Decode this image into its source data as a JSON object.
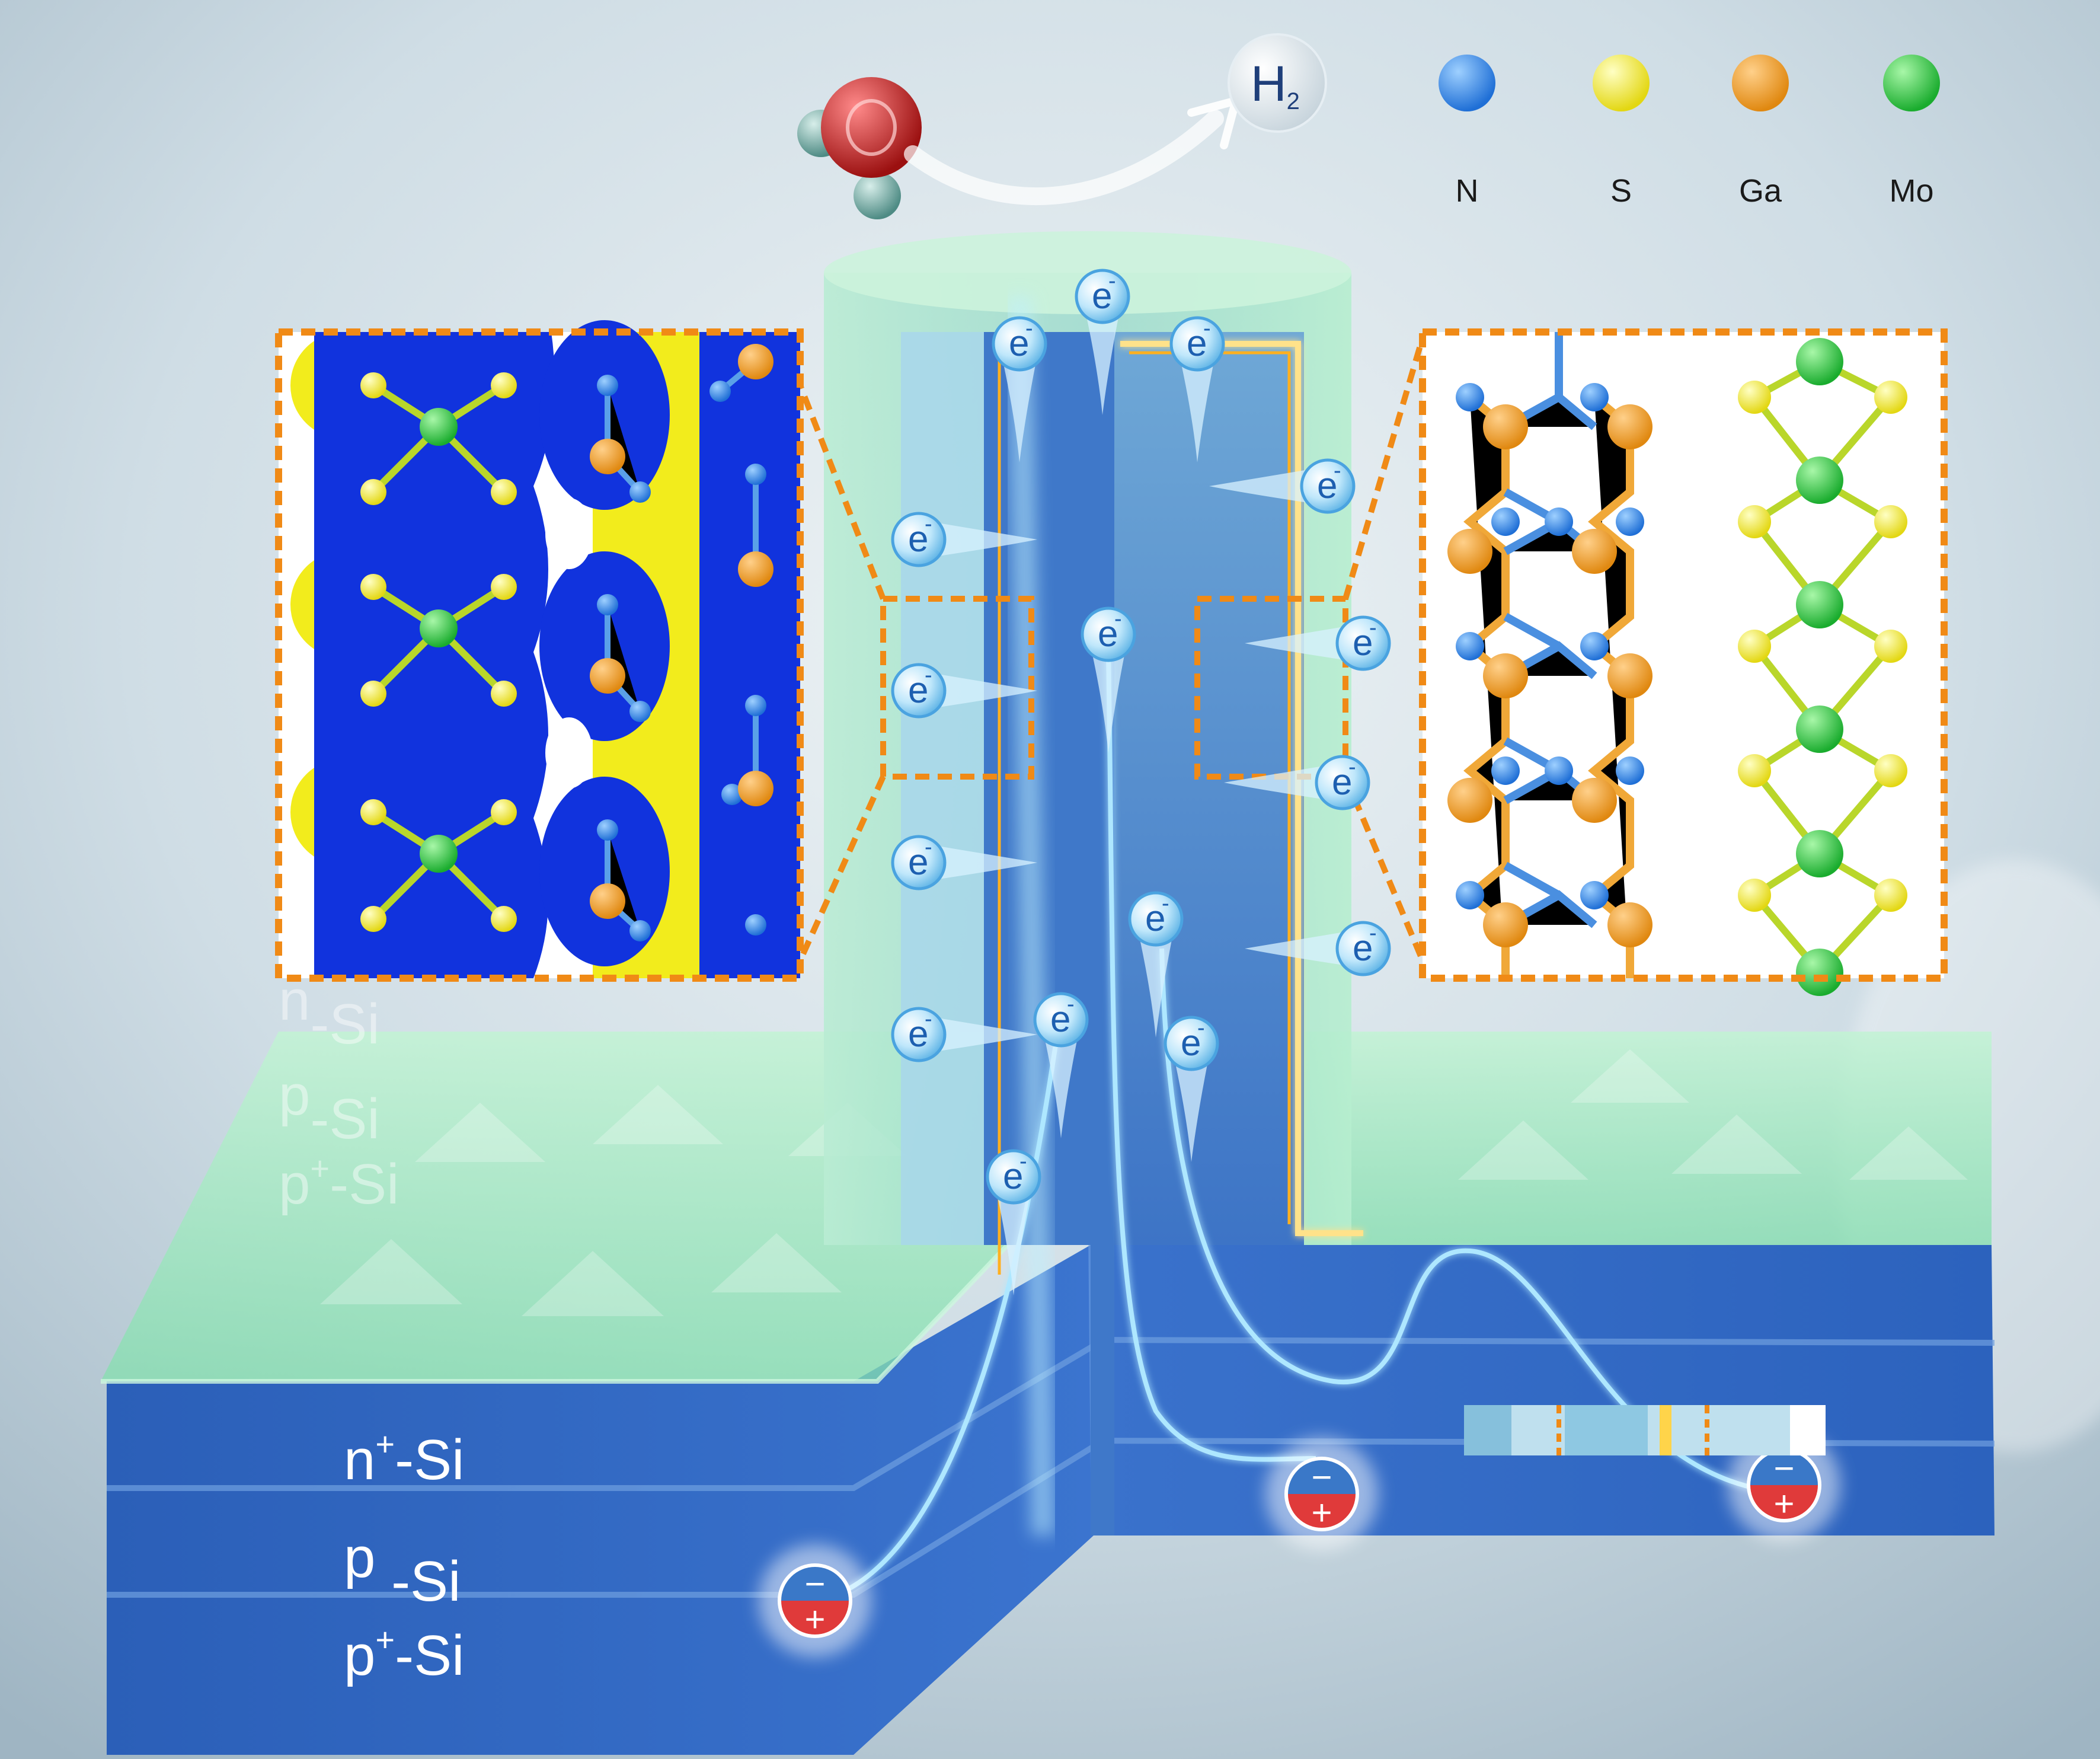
{
  "legend": {
    "items": [
      {
        "label": "N",
        "color": "#1f6fd6"
      },
      {
        "label": "S",
        "color": "#f2ec1c"
      },
      {
        "label": "Ga",
        "color": "#f09a1a"
      },
      {
        "label": "Mo",
        "color": "#22c43a"
      }
    ]
  },
  "product": {
    "label": "H",
    "subscript": "2"
  },
  "electron": {
    "symbol": "e",
    "superscript": "-"
  },
  "layers": [
    {
      "base": "n",
      "sup": "+",
      "rest": "-Si"
    },
    {
      "base": "p",
      "sup": "",
      "rest": " -Si"
    },
    {
      "base": "p",
      "sup": "+",
      "rest": "-Si"
    }
  ],
  "ghost_layers": [
    {
      "base": "n",
      "sup": "",
      "rest": "-Si"
    },
    {
      "base": "p",
      "sup": "",
      "rest": "-Si"
    },
    {
      "base": "p",
      "sup": "+",
      "rest": "-Si"
    }
  ],
  "charges": {
    "minus": "−",
    "plus": "+"
  },
  "colors": {
    "background": "#c9d9e2",
    "silicon": "#2f64c0",
    "coating": "#8fe6b0",
    "dashed_frame": "#f08a16",
    "electron_glow": "#7fd0ff",
    "n_atom": "#1f6fd6",
    "s_atom": "#f2ec1c",
    "ga_atom": "#f09a1a",
    "mo_atom": "#22c43a"
  }
}
